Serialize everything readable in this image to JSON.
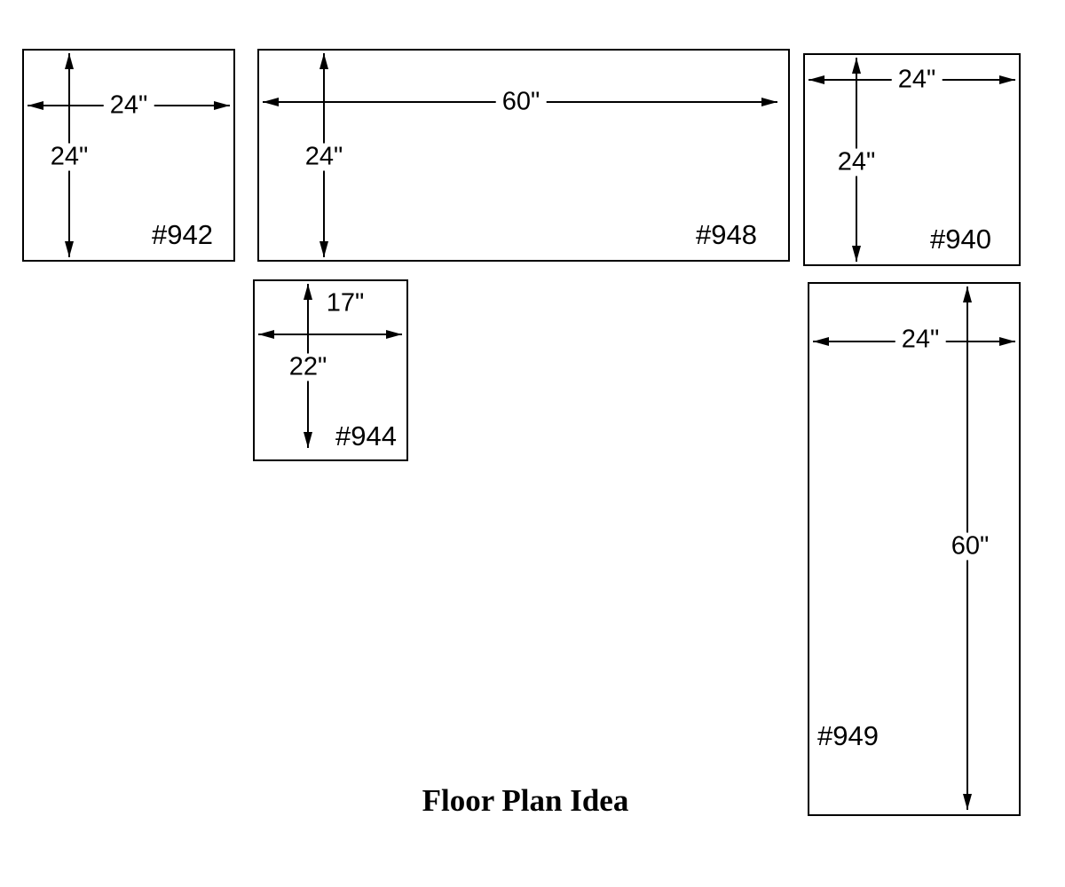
{
  "title": "Floor Plan Idea",
  "colors": {
    "line": "#000000",
    "background": "#ffffff"
  },
  "units": [
    {
      "label": "#942",
      "width_label": "24\"",
      "height_label": "24\""
    },
    {
      "label": "#948",
      "width_label": "60\"",
      "height_label": "24\""
    },
    {
      "label": "#940",
      "width_label": "24\"",
      "height_label": "24\""
    },
    {
      "label": "#944",
      "width_label": "17\"",
      "height_label": "22\""
    },
    {
      "label": "#949",
      "width_label": "24\"",
      "height_label": "60\""
    }
  ]
}
